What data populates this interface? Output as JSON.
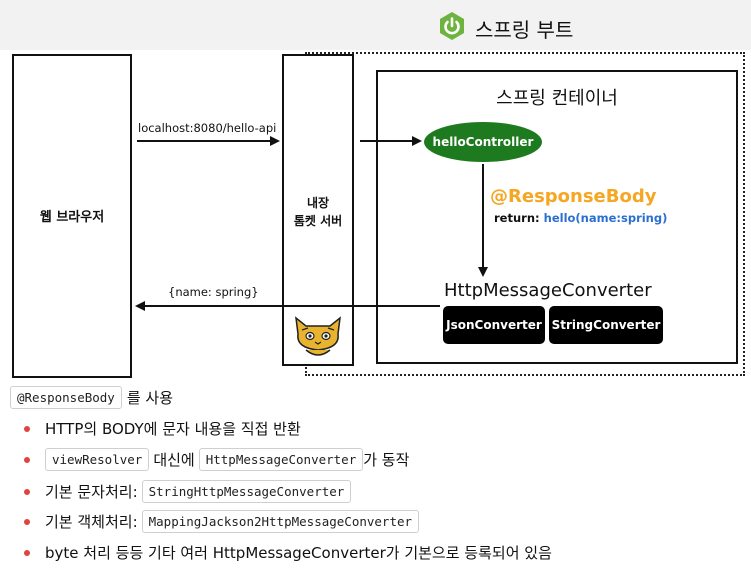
{
  "header": {
    "title": "스프링 부트",
    "logo_icon": "spring-boot-power-icon",
    "logo_color": "#6db33f"
  },
  "browser": {
    "label": "웹 브라우저"
  },
  "server": {
    "line1": "내장",
    "line2": "톰켓 서버",
    "icon": "tomcat-cat-icon"
  },
  "container": {
    "title": "스프링 컨테이너"
  },
  "controller": {
    "label": "helloController",
    "color": "#1e7a1e"
  },
  "annotation": {
    "label": "@ResponseBody",
    "color": "#f5a623"
  },
  "return_stmt": {
    "prefix": "return:",
    "value": "hello(name:spring)",
    "value_color": "#2a6fd1"
  },
  "converter": {
    "title": "HttpMessageConverter",
    "items": [
      "JsonConverter",
      "StringConverter"
    ]
  },
  "request": {
    "label": "localhost:8080/hello-api"
  },
  "response": {
    "label": "{name: spring}"
  },
  "notes": {
    "heading_code": "@ResponseBody",
    "heading_text": "를 사용",
    "bullets": {
      "b1": {
        "text": "HTTP의 BODY에 문자 내용을 직접 반환"
      },
      "b2": {
        "code1": "viewResolver",
        "mid": "대신에",
        "code2": "HttpMessageConverter",
        "tail": "가 동작"
      },
      "b3": {
        "text": "기본 문자처리:",
        "code": "StringHttpMessageConverter"
      },
      "b4": {
        "text": "기본 객체처리:",
        "code": "MappingJackson2HttpMessageConverter"
      },
      "b5": {
        "text": "byte 처리 등등 기타 여러 HttpMessageConverter가 기본으로 등록되어 있음"
      }
    },
    "bullet_color": "#e0453d"
  }
}
